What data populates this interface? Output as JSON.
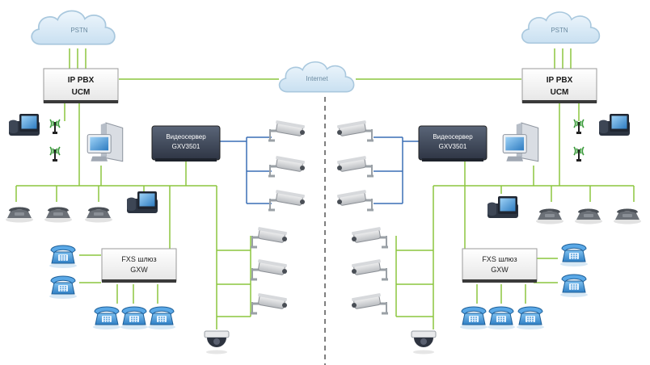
{
  "colors": {
    "network_line": "#8cc63f",
    "video_line": "#3a6fb5",
    "cloud_fill": "#dcecf7",
    "cloud_stroke": "#a9c8de",
    "phone_blue": "#3a8fd6",
    "device_dark": "#3c4555",
    "divider": "#555555"
  },
  "left": {
    "cloud_label": "PSTN",
    "pbx_line1": "IP PBX",
    "pbx_line2": "UCM",
    "videoserver_line1": "Видеосервер",
    "videoserver_line2": "GXV3501",
    "gateway_line1": "FXS шлюз",
    "gateway_line2": "GXW"
  },
  "right": {
    "cloud_label": "PSTN",
    "pbx_line1": "IP PBX",
    "pbx_line2": "UCM",
    "videoserver_line1": "Видеосервер",
    "videoserver_line2": "GXV3501",
    "gateway_line1": "FXS шлюз",
    "gateway_line2": "GXW"
  },
  "center": {
    "cloud_label": "Internet"
  },
  "icons": {
    "cloud": "cloud-icon",
    "pbx": "ip-pbx-icon",
    "video_phone": "video-phone-icon",
    "wifi_antenna": "wifi-antenna-icon",
    "computer": "computer-icon",
    "video_server": "video-server-icon",
    "ip_camera": "ip-camera-icon",
    "dome_camera": "dome-camera-icon",
    "ip_phone": "ip-phone-icon",
    "analog_phone": "analog-phone-icon",
    "fxs_gateway": "fxs-gateway-icon"
  }
}
